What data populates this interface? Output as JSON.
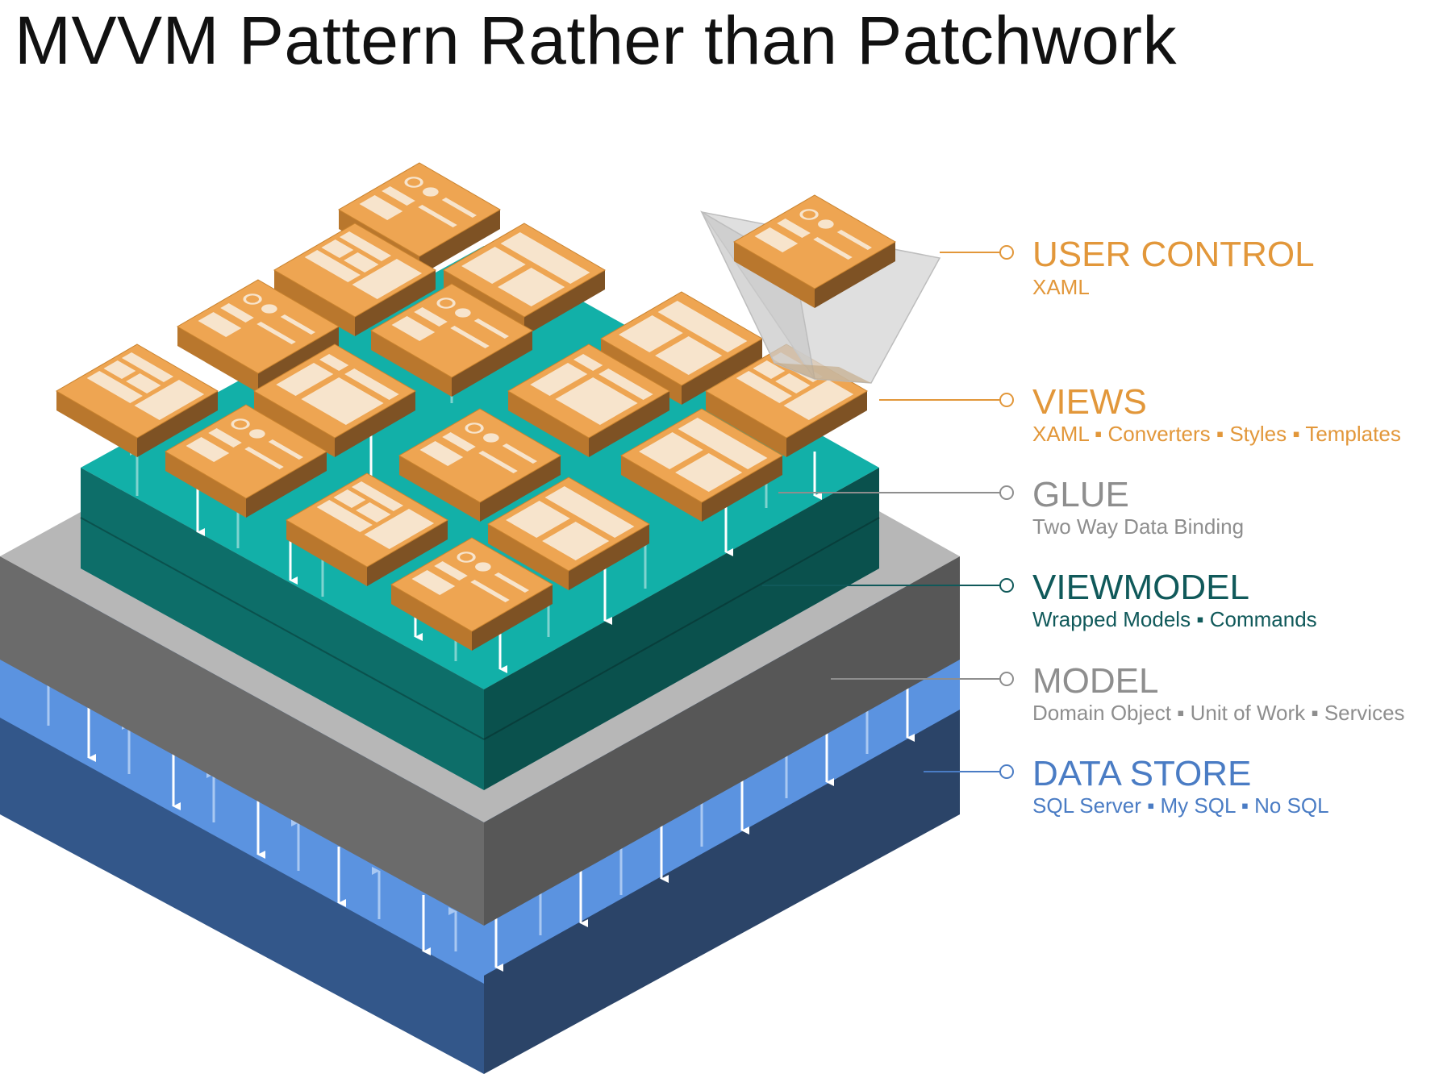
{
  "title": "MVVM Pattern Rather than Patchwork",
  "layers": [
    {
      "id": "user-control",
      "title": "USER CONTROL",
      "subtitle": "XAML",
      "color": "#e2973a",
      "sub_color": "#e2973a"
    },
    {
      "id": "views",
      "title": "VIEWS",
      "subtitle": "XAML ▪ Converters ▪ Styles ▪ Templates",
      "color": "#e2973a",
      "sub_color": "#e2973a"
    },
    {
      "id": "glue",
      "title": "GLUE",
      "subtitle": "Two Way Data Binding",
      "color": "#8e8e8e",
      "sub_color": "#8e8e8e"
    },
    {
      "id": "viewmodel",
      "title": "VIEWMODEL",
      "subtitle": "Wrapped Models ▪ Commands",
      "color": "#10595a",
      "sub_color": "#10595a"
    },
    {
      "id": "model",
      "title": "MODEL",
      "subtitle": "Domain Object ▪ Unit of Work ▪ Services",
      "color": "#8e8e8e",
      "sub_color": "#8e8e8e"
    },
    {
      "id": "data-store",
      "title": "DATA STORE",
      "subtitle": "SQL Server ▪ My SQL ▪ No SQL",
      "color": "#4a7cc4",
      "sub_color": "#4a7cc4"
    }
  ]
}
